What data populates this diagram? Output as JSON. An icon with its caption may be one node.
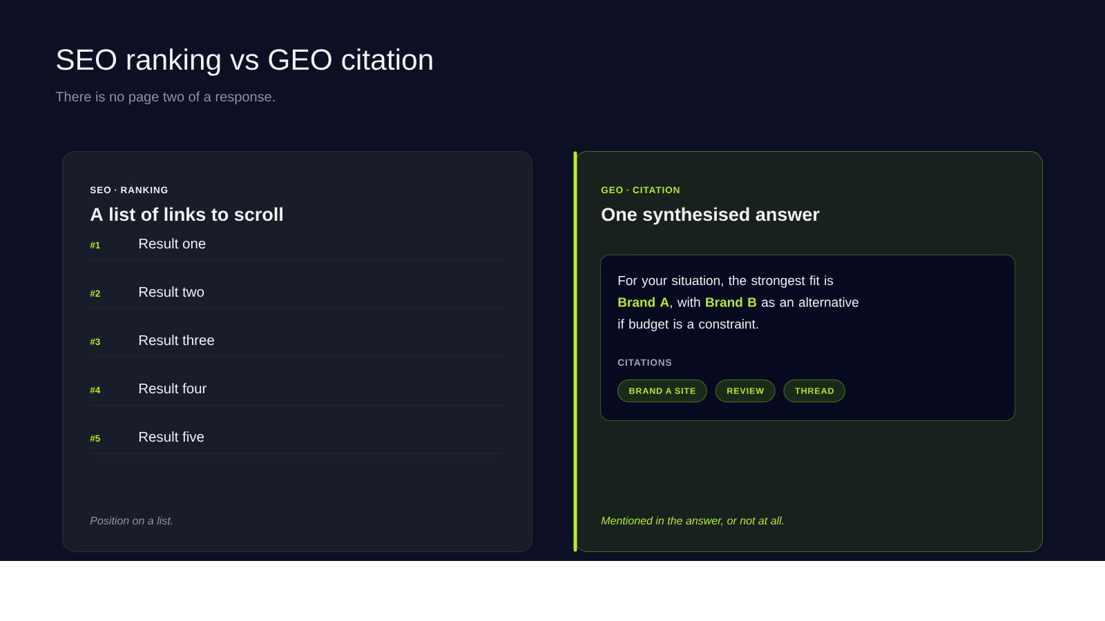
{
  "diagram": {
    "title": "SEO ranking vs GEO citation",
    "nodes": [
      {
        "text": [
          "SEO · RANKING",
          "A list of links to scroll",
          "#1",
          "Result one",
          "#2",
          "Result two",
          "#3",
          "Result three",
          "#4",
          "Result four",
          "#5",
          "Result five",
          "Position on a list."
        ]
      },
      {
        "text": [
          "GEO · CITATION",
          "One synthesised answer",
          "Mentioned in the answer, or not at all."
        ]
      },
      {
        "text": [
          "For your situation, the strongest fit is **Brand A**, with **Brand B** as an alternative if budget is a constraint.",
          "CITATIONS"
        ],
        "in": 1
      },
      {
        "text": [
          "BRAND A SITE"
        ],
        "in": 2
      },
      {
        "text": [
          "REVIEW"
        ],
        "in": 2
      },
      {
        "text": [
          "THREAD"
        ],
        "in": 2
      }
    ],
    "labels": [
      "There is no page two of a response."
    ]
  }
}
